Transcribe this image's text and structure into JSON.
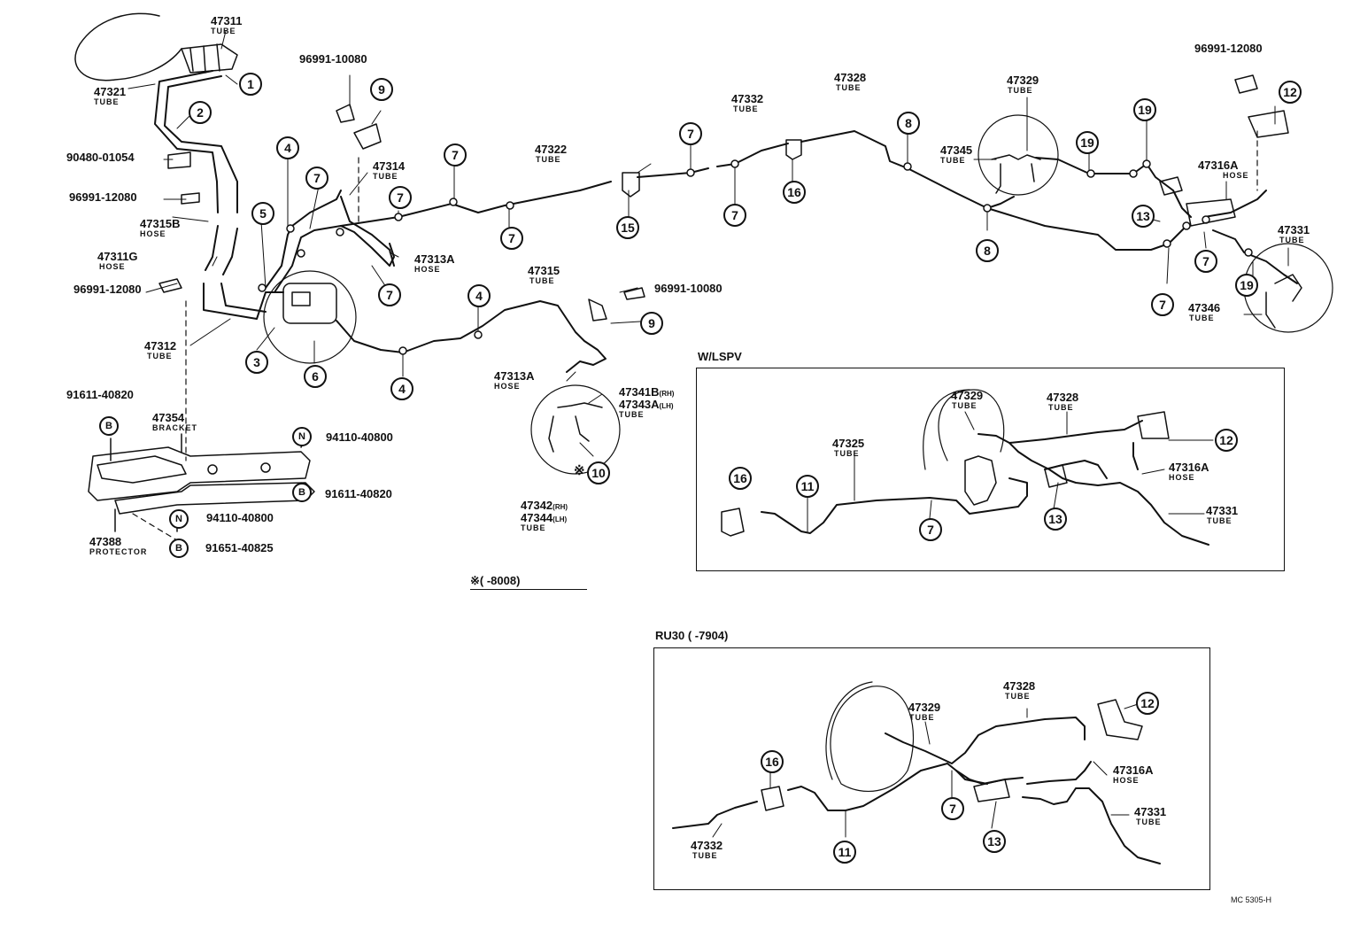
{
  "parts": {
    "p47311": {
      "number": "47311",
      "type": "TUBE"
    },
    "p47321": {
      "number": "47321",
      "type": "TUBE"
    },
    "p90480": {
      "number": "90480-01054"
    },
    "p96991a": {
      "number": "96991-12080"
    },
    "p47315B": {
      "number": "47315B",
      "type": "HOSE"
    },
    "p47311G": {
      "number": "47311G",
      "type": "HOSE"
    },
    "p96991b": {
      "number": "96991-12080"
    },
    "p47312": {
      "number": "47312",
      "type": "TUBE"
    },
    "p96991_10080a": {
      "number": "96991-10080"
    },
    "p47314": {
      "number": "47314",
      "type": "TUBE"
    },
    "p47313A_top": {
      "number": "47313A",
      "type": "HOSE"
    },
    "p47322": {
      "number": "47322",
      "type": "TUBE"
    },
    "p47315": {
      "number": "47315",
      "type": "TUBE"
    },
    "p96991_10080b": {
      "number": "96991-10080"
    },
    "p47313A_low": {
      "number": "47313A",
      "type": "HOSE"
    },
    "p47341B": {
      "number": "47341B",
      "suffix": "(RH)"
    },
    "p47343A": {
      "number": "47343A",
      "suffix": "(LH)",
      "type": "TUBE"
    },
    "p47342": {
      "number": "47342",
      "suffix": "(RH)"
    },
    "p47344": {
      "number": "47344",
      "suffix": "(LH)",
      "type": "TUBE"
    },
    "p47332": {
      "number": "47332",
      "type": "TUBE"
    },
    "p47328": {
      "number": "47328",
      "type": "TUBE"
    },
    "p47329": {
      "number": "47329",
      "type": "TUBE"
    },
    "p47345": {
      "number": "47345",
      "type": "TUBE"
    },
    "p96991_12080c": {
      "number": "96991-12080"
    },
    "p47316A": {
      "number": "47316A",
      "type": "HOSE"
    },
    "p47331": {
      "number": "47331",
      "type": "TUBE"
    },
    "p47346": {
      "number": "47346",
      "type": "TUBE"
    },
    "p91611a": {
      "number": "91611-40820"
    },
    "p47354": {
      "number": "47354",
      "type": "BRACKET"
    },
    "p94110a": {
      "number": "94110-40800"
    },
    "p91611b": {
      "number": "91611-40820"
    },
    "p94110b": {
      "number": "94110-40800"
    },
    "p47388": {
      "number": "47388",
      "type": "PROTECTOR"
    },
    "p91651": {
      "number": "91651-40825"
    }
  },
  "lspv": {
    "title": "W/LSPV",
    "p47329": {
      "number": "47329",
      "type": "TUBE"
    },
    "p47328": {
      "number": "47328",
      "type": "TUBE"
    },
    "p47325": {
      "number": "47325",
      "type": "TUBE"
    },
    "p47316A": {
      "number": "47316A",
      "type": "HOSE"
    },
    "p47331": {
      "number": "47331",
      "type": "TUBE"
    }
  },
  "ru30": {
    "title": "RU30 (       -7904)",
    "p47328": {
      "number": "47328",
      "type": "TUBE"
    },
    "p47329": {
      "number": "47329",
      "type": "TUBE"
    },
    "p47316A": {
      "number": "47316A",
      "type": "HOSE"
    },
    "p47331": {
      "number": "47331",
      "type": "TUBE"
    },
    "p47332": {
      "number": "47332",
      "type": "TUBE"
    }
  },
  "note": {
    "text": "※(        -8008)"
  },
  "callouts": {
    "c1": "1",
    "c2": "2",
    "c3": "3",
    "c4a": "4",
    "c4b": "4",
    "c4c": "4",
    "c5": "5",
    "c6": "6",
    "c7": "7",
    "c8": "8",
    "c9": "9",
    "c10": "10",
    "c11": "11",
    "c12": "12",
    "c13": "13",
    "c15": "15",
    "c16": "16",
    "c19": "19",
    "c10star": "※"
  },
  "markers": {
    "B": "B",
    "N": "N"
  },
  "footer": {
    "code": "MC 5305-H"
  }
}
